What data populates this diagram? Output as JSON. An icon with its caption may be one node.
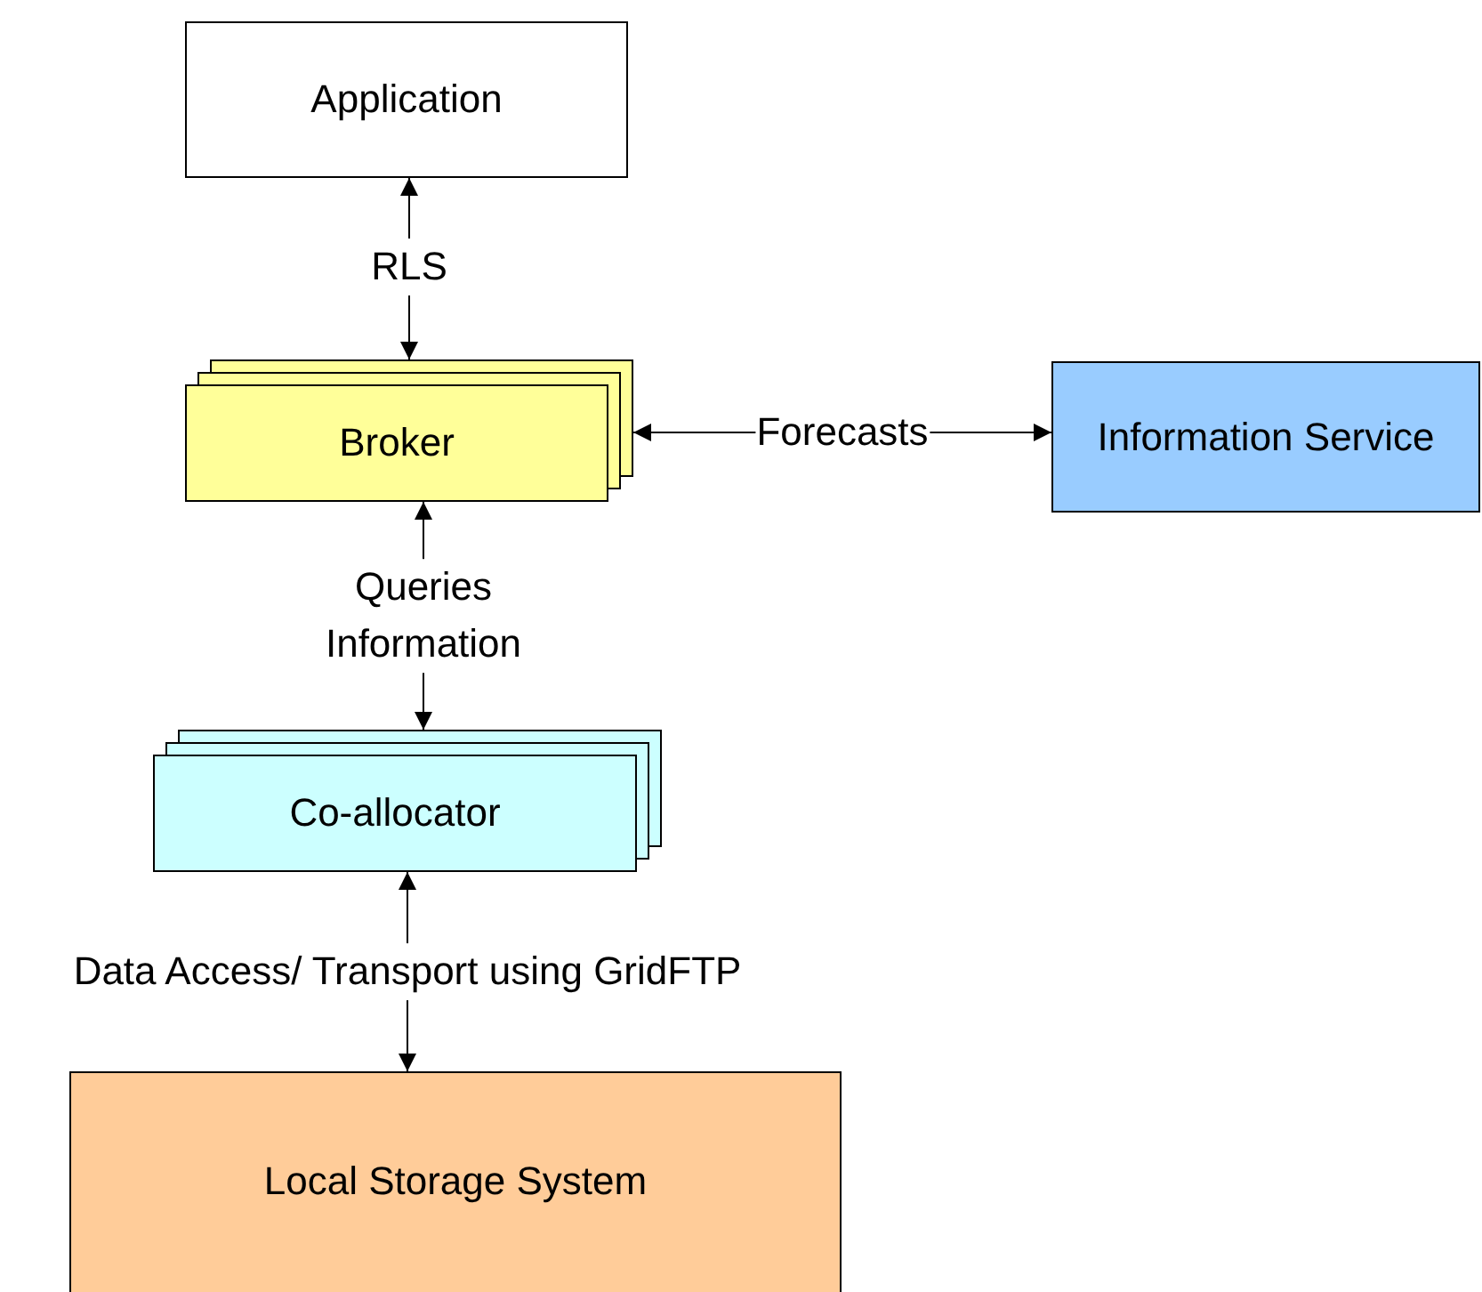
{
  "diagram": {
    "nodes": [
      {
        "text": [
          "Application"
        ]
      },
      {
        "text": [
          "Broker"
        ]
      },
      {
        "text": [
          "Information Service"
        ]
      },
      {
        "text": [
          "Co-allocator"
        ]
      },
      {
        "text": [
          "Local Storage System"
        ]
      }
    ],
    "edges": [
      {
        "from": 0,
        "to": 1,
        "arrow": "both",
        "label": "RLS"
      },
      {
        "from": 1,
        "to": 2,
        "arrow": "both",
        "label": "Forecasts"
      },
      {
        "from": 1,
        "to": 3,
        "arrow": "both",
        "label": "Queries Information"
      },
      {
        "from": 3,
        "to": 4,
        "arrow": "both",
        "label": "Data Access/ Transport using GridFTP"
      }
    ]
  }
}
